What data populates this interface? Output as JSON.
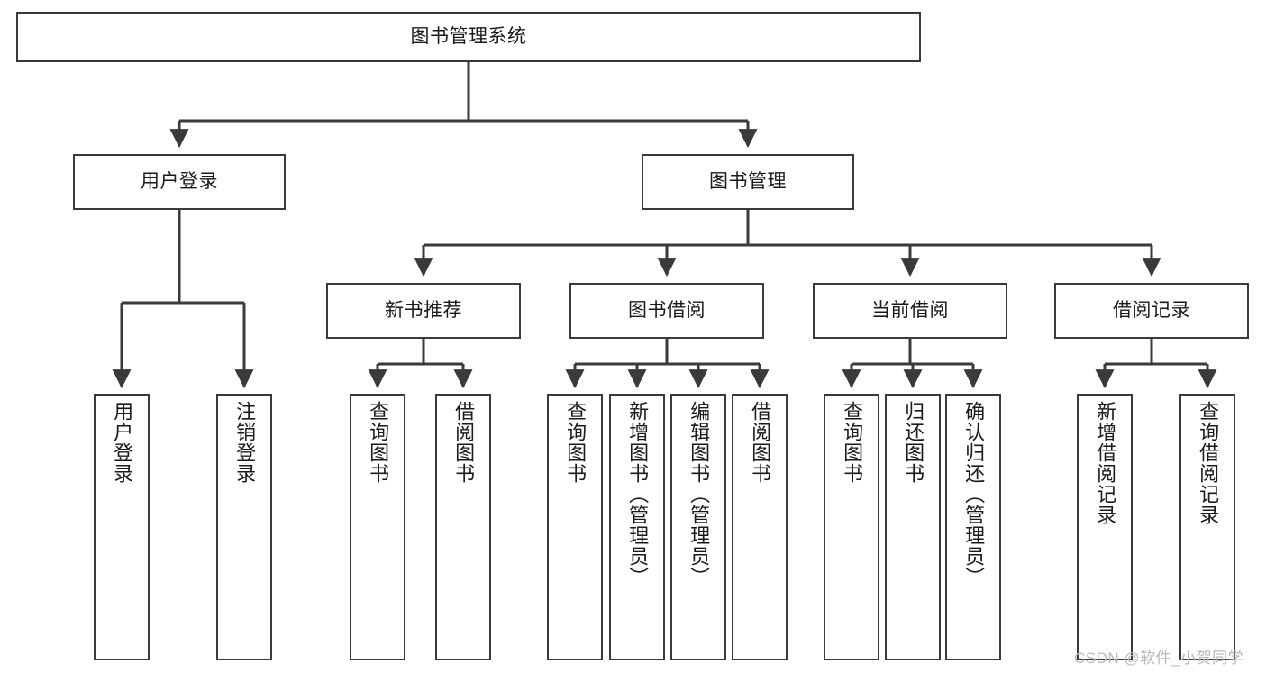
{
  "diagram": {
    "title": "图书管理系统",
    "type": "tree-hierarchy",
    "nodes": {
      "root": {
        "label": "图书管理系统"
      },
      "level2": [
        {
          "id": "user-login",
          "label": "用户登录"
        },
        {
          "id": "book-management",
          "label": "图书管理"
        }
      ],
      "level3": [
        {
          "id": "new-book-recommend",
          "label": "新书推荐"
        },
        {
          "id": "book-borrow",
          "label": "图书借阅"
        },
        {
          "id": "current-borrow",
          "label": "当前借阅"
        },
        {
          "id": "borrow-record",
          "label": "借阅记录"
        }
      ],
      "leaves": {
        "user-login": [
          {
            "id": "leaf-user-login",
            "label": "用户登录"
          },
          {
            "id": "leaf-logout-login",
            "label": "注销登录"
          }
        ],
        "new-book-recommend": [
          {
            "id": "leaf-query-book-1",
            "label": "查询图书"
          },
          {
            "id": "leaf-borrow-book-1",
            "label": "借阅图书"
          }
        ],
        "book-borrow": [
          {
            "id": "leaf-query-book-2",
            "label": "查询图书"
          },
          {
            "id": "leaf-add-book",
            "label": "新增图书（管理员）"
          },
          {
            "id": "leaf-edit-book",
            "label": "编辑图书（管理员）"
          },
          {
            "id": "leaf-borrow-book-2",
            "label": "借阅图书"
          }
        ],
        "current-borrow": [
          {
            "id": "leaf-query-book-3",
            "label": "查询图书"
          },
          {
            "id": "leaf-return-book",
            "label": "归还图书"
          },
          {
            "id": "leaf-confirm-return",
            "label": "确认归还（管理员）"
          }
        ],
        "borrow-record": [
          {
            "id": "leaf-add-record",
            "label": "新增借阅记录"
          },
          {
            "id": "leaf-query-record",
            "label": "查询借阅记录"
          }
        ]
      }
    },
    "colors": {
      "stroke": "#3a3a3a",
      "box_fill": "#ffffff",
      "text": "#1a1a1a",
      "watermark": "#b9b9b9",
      "background": "#ffffff"
    }
  },
  "watermark": {
    "text": "CSDN @软件_小贺同学"
  }
}
